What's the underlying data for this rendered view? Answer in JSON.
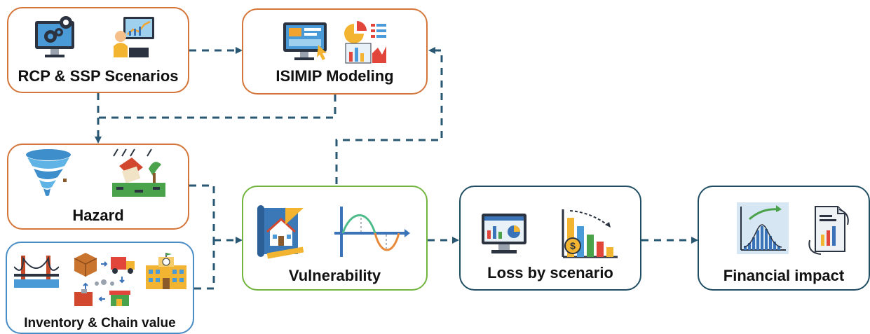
{
  "nodes": {
    "rcp": {
      "label": "RCP & SSP Scenarios",
      "icons": [
        "computer-gears-icon",
        "analyst-chart-icon"
      ]
    },
    "isimip": {
      "label": "ISIMIP Modeling",
      "icons": [
        "monitor-dashboard-icon",
        "charts-icon"
      ]
    },
    "hazard": {
      "label": "Hazard",
      "icons": [
        "tornado-icon",
        "storm-damage-icon"
      ]
    },
    "inventory": {
      "label": "Inventory & Chain value",
      "icons": [
        "bridge-icon",
        "supply-chain-icon",
        "building-icon"
      ]
    },
    "vulnerability": {
      "label": "Vulnerability",
      "icons": [
        "blueprint-house-icon",
        "curve-graph-icon"
      ]
    },
    "loss": {
      "label": "Loss by scenario",
      "icons": [
        "analytics-monitor-icon",
        "declining-bars-icon"
      ]
    },
    "financial": {
      "label": "Financial impact",
      "icons": [
        "distribution-chart-icon",
        "report-icon"
      ]
    }
  },
  "colors": {
    "orange_border": "#d4753a",
    "blue_border": "#4a8cc4",
    "green_border": "#72b53e",
    "dark_border": "#1f4e63",
    "arrow": "#2a5873"
  }
}
